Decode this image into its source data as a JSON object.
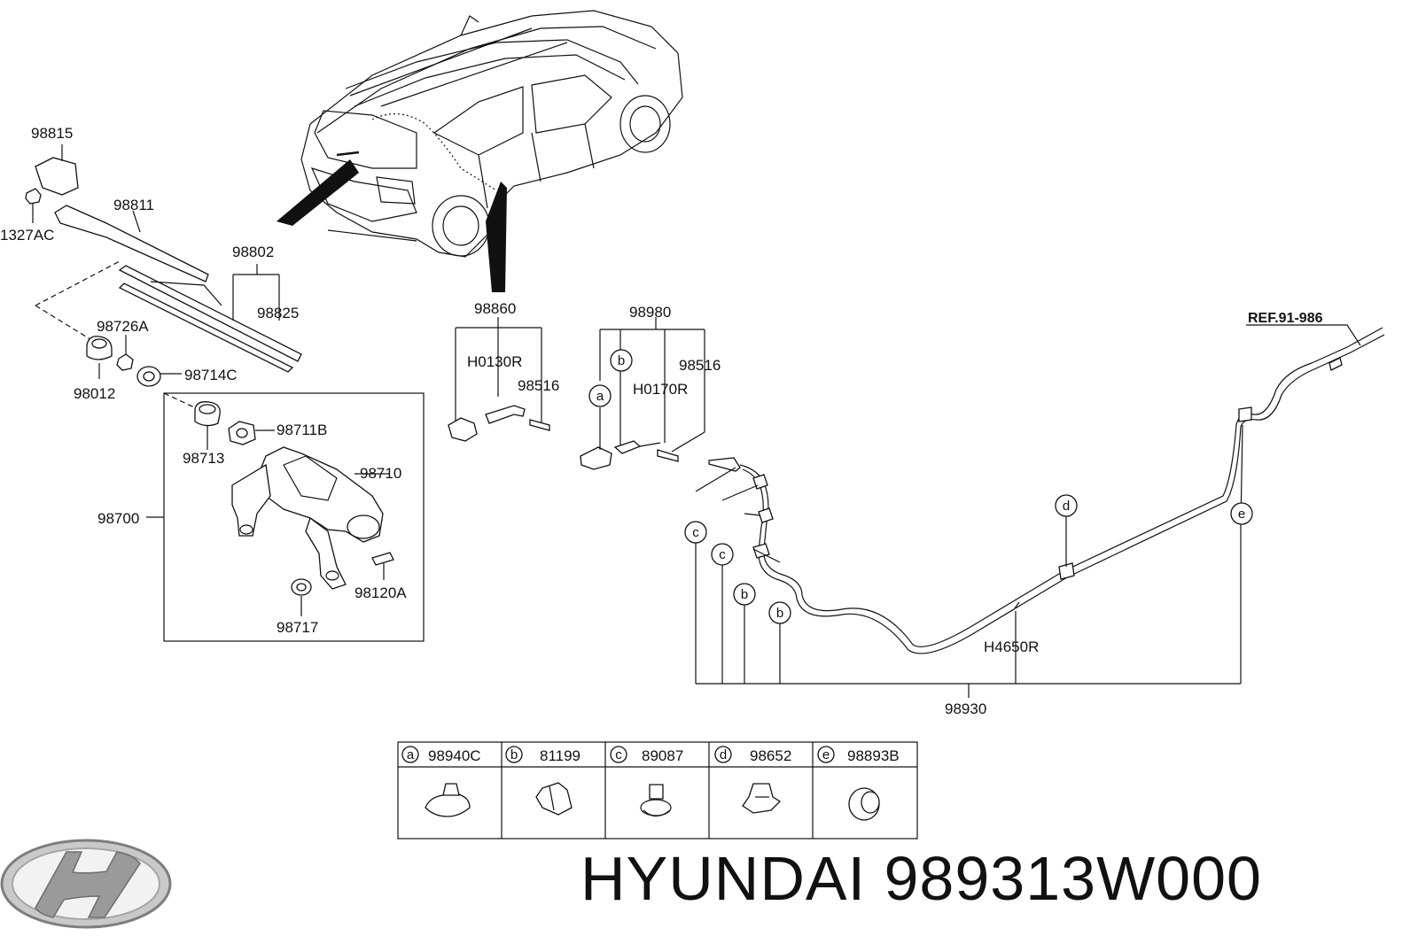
{
  "labels": {
    "p98815": "98815",
    "p1327AC": "1327AC",
    "p98811": "98811",
    "p98802": "98802",
    "p98825": "98825",
    "p98726A": "98726A",
    "p98012": "98012",
    "p98714C": "98714C",
    "p98713": "98713",
    "p98711B": "98711B",
    "p98710": "98710",
    "p98700": "98700",
    "p98120A": "98120A",
    "p98717": "98717",
    "p98860": "98860",
    "pH0130R": "H0130R",
    "p98516a": "98516",
    "p98980": "98980",
    "pH0170R": "H0170R",
    "p98516b": "98516",
    "ref": "REF.91-986",
    "pH4650R": "H4650R",
    "p98930": "98930"
  },
  "callouts": [
    "a",
    "b",
    "c",
    "d",
    "e"
  ],
  "legend": [
    {
      "key": "a",
      "part": "98940C"
    },
    {
      "key": "b",
      "part": "81199"
    },
    {
      "key": "c",
      "part": "89087"
    },
    {
      "key": "d",
      "part": "98652"
    },
    {
      "key": "e",
      "part": "98893B"
    }
  ],
  "brand": {
    "title": "HYUNDAI 989313W000",
    "logo_color": "#9a9a9a"
  }
}
